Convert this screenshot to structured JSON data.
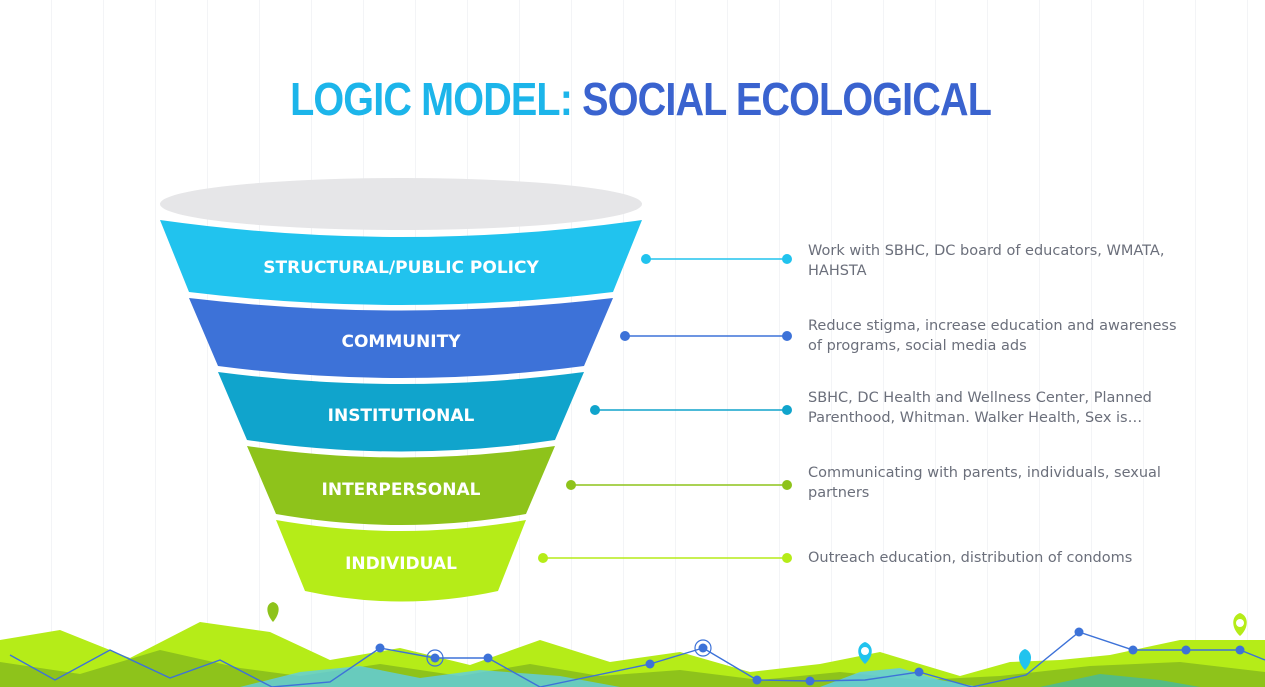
{
  "title": {
    "part1": "LOGIC MODEL:",
    "part2": "SOCIAL ECOLOGICAL"
  },
  "colors": {
    "title_light": "#1cb5ea",
    "title_dark": "#3a63cf",
    "layer_structural": "#21c3ee",
    "layer_community": "#3d72d8",
    "layer_institutional": "#10a4cc",
    "layer_interpersonal": "#8ec31b",
    "layer_individual": "#b5ec18"
  },
  "layers": [
    {
      "label": "STRUCTURAL/PUBLIC POLICY",
      "description": "Work with SBHC, DC board of educators, WMATA, HAHSTA"
    },
    {
      "label": "COMMUNITY",
      "description": "Reduce stigma, increase education and awareness of programs, social media ads"
    },
    {
      "label": "INSTITUTIONAL",
      "description": "SBHC, DC Health and Wellness Center, Planned Parenthood, Whitman. Walker Health, Sex is…"
    },
    {
      "label": "INTERPERSONAL",
      "description": "Communicating with parents, individuals, sexual partners"
    },
    {
      "label": "INDIVIDUAL",
      "description": "Outreach education, distribution of condoms"
    }
  ]
}
